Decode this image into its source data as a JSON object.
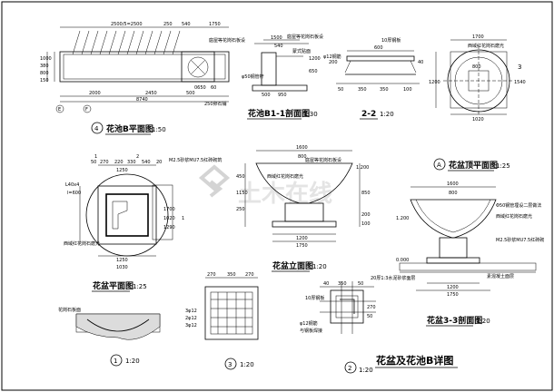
{
  "sheet_title": "花盆及花池B详图",
  "watermark": "土木在线",
  "drawings": {
    "pool_b_plan": {
      "number": "4",
      "title": "花池B平面图",
      "scale": "1:50",
      "dims": {
        "top1": "2500/5=2500",
        "top2": "250",
        "top3": "540",
        "top4": "1750",
        "bottom_a": "2000",
        "bottom_b": "2450",
        "bottom_c": "500",
        "bottom_total": "8740",
        "left_a": "1000",
        "left_b": "380",
        "left_c": "800",
        "left_d": "150",
        "rot_a": "0650",
        "rot_b": "60"
      },
      "notes": {
        "rooftop": "庭屋等花岗石板设",
        "gravel": "250卵石铺"
      },
      "axes": {
        "a": "E",
        "b": "F"
      }
    },
    "section_b1": {
      "title": "花池B1-1剖面图",
      "scale": "1:30",
      "dims": {
        "d1": "1500",
        "d2": "540",
        "d3": "1200",
        "d4": "500",
        "d5": "950",
        "d6": "650"
      },
      "notes": {
        "n1": "庭屋等花岗石板设",
        "n2": "蒙式贴面",
        "n3": "φ50钢管杆"
      }
    },
    "section_22": {
      "title": "2-2",
      "scale": "1:20",
      "dims": {
        "top": "600",
        "a": "50",
        "b": "350",
        "c": "350",
        "d": "100",
        "e": "200",
        "f": "40"
      },
      "notes": {
        "rebar": "φ12钢筋",
        "plate": "10厚钢板"
      }
    },
    "pot_top_plan": {
      "mark": "A",
      "title": "花盆顶平面图",
      "scale": "1:25",
      "dims": {
        "width": "1700",
        "height": "1200",
        "left": "1540",
        "bottom": "1020",
        "small": "800"
      },
      "notes": {
        "n1": "西域红花岗石磨光"
      },
      "tag": "3"
    },
    "pot_plan": {
      "title": "花盆平面图",
      "scale": "1:25",
      "dims": {
        "t1": "270",
        "t2": "220",
        "t3": "330",
        "t4": "540",
        "t5": "50",
        "t6": "20",
        "t7": "1250",
        "l1": "1700",
        "l2": "1020",
        "l3": "1290",
        "l4": "1250",
        "l5": "1030"
      },
      "notes": {
        "mortar": "M2.5砂浆MU7.5红砖砌筑",
        "angle": "L40x4",
        "len": "l=600",
        "finish": "西域红花岗石磨光"
      },
      "tags": [
        "1",
        "2",
        "1"
      ]
    },
    "pot_elev": {
      "title": "花盆立面图",
      "scale": "1:20",
      "dims": {
        "top": "1600",
        "w2": "800",
        "b1": "1750",
        "b2": "1200",
        "h1": "1150",
        "h2": "850",
        "h3": "200",
        "h4": "100",
        "h5": "250",
        "h6": "450"
      },
      "notes": {
        "n1": "庭屋等花岗石板设",
        "n2": "西域红花岗石磨光",
        "lv": "1.200"
      }
    },
    "pot_section": {
      "title": "花盆3-3剖面图",
      "scale": "1:20",
      "dims": {
        "top": "1600",
        "w2": "800",
        "b1": "1750",
        "b2": "1200",
        "lv1": "1.200",
        "lv2": "0.000"
      },
      "notes": {
        "n1": "Φ50钢管埋设二层做法",
        "n2": "西域红花岗石磨光",
        "n3": "M2.5砂浆MU7.5红砖砌",
        "n4": "20厚1:3水泥砂浆面层",
        "n5": "素混凝土面层"
      }
    },
    "detail_1": {
      "number": "1",
      "scale": "1:20",
      "note": "花岗石板面"
    },
    "detail_3": {
      "number": "3",
      "scale": "1:20",
      "dims": {
        "t1": "270",
        "t2": "350",
        "t3": "270",
        "l1": "3φ12",
        "l2": "2φ12",
        "l3": "3φ12"
      }
    },
    "detail_2": {
      "number": "2",
      "scale": "1:20",
      "dims": {
        "t1": "40",
        "t2": "350",
        "t3": "50",
        "t4": "270",
        "t5": "50"
      },
      "notes": {
        "plate": "10厚钢板",
        "rebar": "φ12钢筋",
        "weld": "与钢板焊接"
      }
    }
  }
}
